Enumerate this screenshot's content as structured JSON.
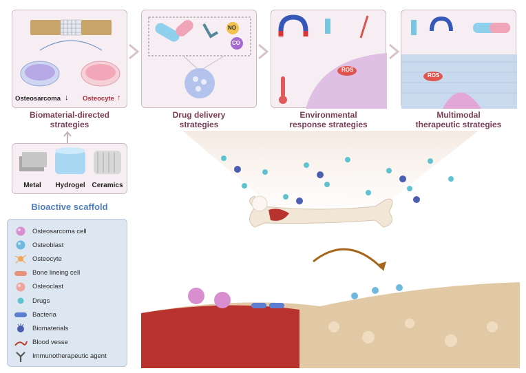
{
  "panels": {
    "biomaterial": {
      "caption_line1": "Biomaterial-directed",
      "caption_line2": "strategies",
      "osteosarcoma_label": "Osteosarcoma",
      "osteocyte_label": "Osteocyte"
    },
    "drug_delivery": {
      "caption_line1": "Drug delivery",
      "caption_line2": "strategies",
      "gas_labels": [
        "NO",
        "CO"
      ]
    },
    "environmental": {
      "caption_line1": "Environmental",
      "caption_line2": "response strategies",
      "ros_label": "ROS"
    },
    "multimodal": {
      "caption_line1": "Multimodal",
      "caption_line2": "therapeutic strategies",
      "ros_label": "ROS"
    }
  },
  "scaffold": {
    "materials": [
      "Metal",
      "Hydrogel",
      "Ceramics"
    ],
    "title": "Bioactive scaffold"
  },
  "legend": {
    "items": [
      {
        "label": "Osteosarcoma cell",
        "icon": "osteosarcoma-cell-icon",
        "color": "#d98fcf"
      },
      {
        "label": "Osteoblast",
        "icon": "osteoblast-icon",
        "color": "#6fb9de"
      },
      {
        "label": "Osteocyte",
        "icon": "osteocyte-icon",
        "color": "#f2a65a"
      },
      {
        "label": "Bone lineing cell",
        "icon": "bone-lining-cell-icon",
        "color": "#e8927c"
      },
      {
        "label": "Osteoclast",
        "icon": "osteoclast-icon",
        "color": "#f0a4a0"
      },
      {
        "label": "Drugs",
        "icon": "drug-icon",
        "color": "#5ec3cf"
      },
      {
        "label": "Bacteria",
        "icon": "bacteria-icon",
        "color": "#5c7fd1"
      },
      {
        "label": "Biomaterials",
        "icon": "biomaterial-icon",
        "color": "#4a5fb0"
      },
      {
        "label": "Blood vesse",
        "icon": "blood-vessel-icon",
        "color": "#c0392b"
      },
      {
        "label": "Immunotherapeutic agent",
        "icon": "antibody-icon",
        "color": "#555555"
      }
    ]
  },
  "colors": {
    "caption": "#7a3d55",
    "panel_bg": "#f6eef3",
    "legend_bg": "#dde7f1",
    "bone": "#f2e6d6",
    "tissue_red": "#b8322e",
    "tissue_tan": "#e2c9a6"
  }
}
